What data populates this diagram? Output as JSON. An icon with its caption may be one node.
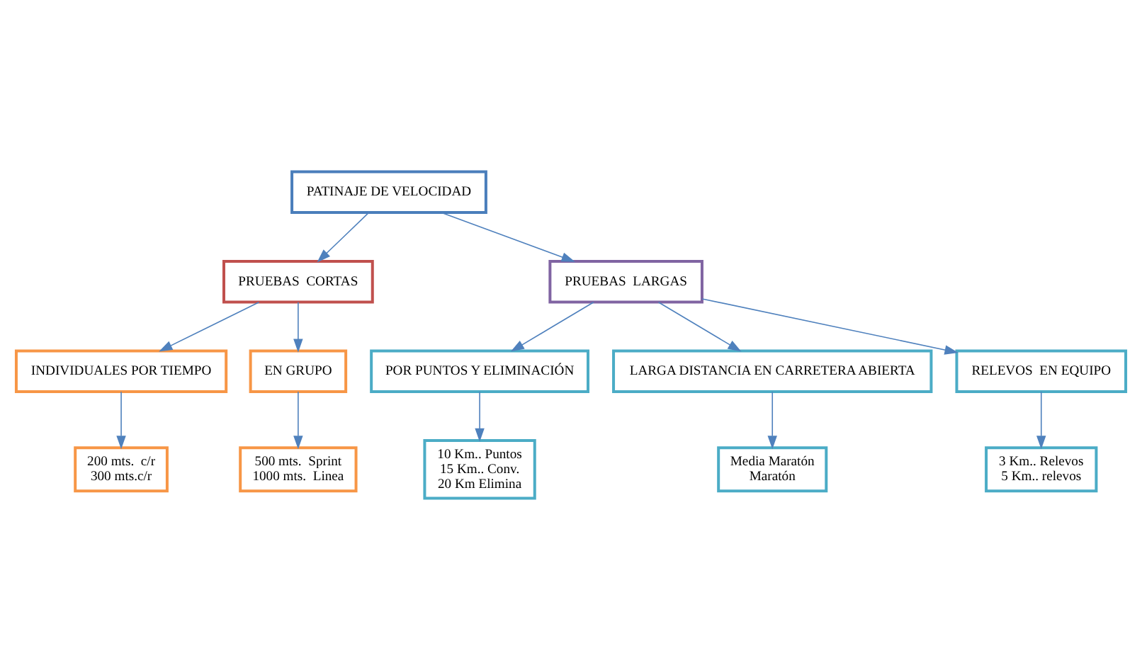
{
  "diagram": {
    "nodes": [
      {
        "text": [
          "PATINAJE DE VELOCIDAD"
        ]
      },
      {
        "text": [
          "PRUEBAS  CORTAS"
        ]
      },
      {
        "text": [
          "PRUEBAS  LARGAS"
        ]
      },
      {
        "text": [
          "INDIVIDUALES POR TIEMPO"
        ]
      },
      {
        "text": [
          "EN GRUPO"
        ]
      },
      {
        "text": [
          "POR PUNTOS Y ELIMINACIÓN"
        ]
      },
      {
        "text": [
          "LARGA DISTANCIA EN CARRETERA ABIERTA"
        ]
      },
      {
        "text": [
          "RELEVOS  EN EQUIPO"
        ]
      },
      {
        "text": [
          "200 mts.  c/r",
          "300 mts.c/r"
        ]
      },
      {
        "text": [
          "500 mts.  Sprint",
          "1000 mts.  Linea"
        ]
      },
      {
        "text": [
          "10 Km.. Puntos",
          "15 Km.. Conv.",
          "20 Km Elimina"
        ]
      },
      {
        "text": [
          "Media Maratón",
          "Maratón"
        ]
      },
      {
        "text": [
          "3 Km.. Relevos",
          "5 Km.. relevos"
        ]
      }
    ],
    "edges": [
      {
        "from": 0,
        "to": 1,
        "arrow": "to"
      },
      {
        "from": 0,
        "to": 2,
        "arrow": "to"
      },
      {
        "from": 1,
        "to": 3,
        "arrow": "to"
      },
      {
        "from": 1,
        "to": 4,
        "arrow": "to"
      },
      {
        "from": 2,
        "to": 5,
        "arrow": "to"
      },
      {
        "from": 2,
        "to": 6,
        "arrow": "to"
      },
      {
        "from": 2,
        "to": 7,
        "arrow": "to"
      },
      {
        "from": 3,
        "to": 8,
        "arrow": "to"
      },
      {
        "from": 4,
        "to": 9,
        "arrow": "to"
      },
      {
        "from": 5,
        "to": 10,
        "arrow": "to"
      },
      {
        "from": 6,
        "to": 11,
        "arrow": "to"
      },
      {
        "from": 7,
        "to": 12,
        "arrow": "to"
      }
    ]
  }
}
